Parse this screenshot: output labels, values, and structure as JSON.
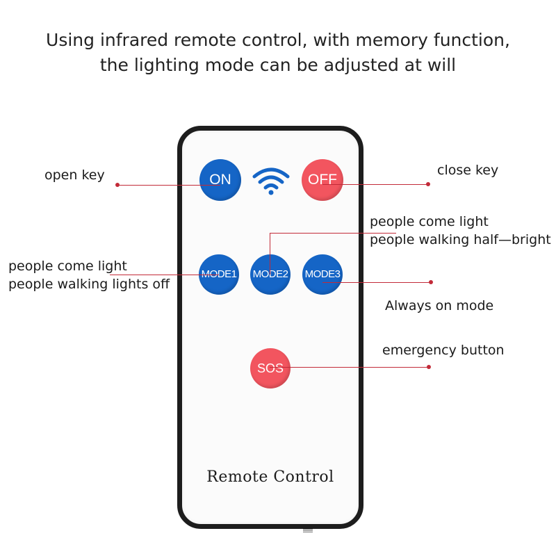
{
  "headline": {
    "line1": "Using infrared remote control, with memory function,",
    "line2": "the lighting mode can be adjusted at will"
  },
  "remote": {
    "buttons": {
      "on": "ON",
      "off": "OFF",
      "mode1": "MODE1",
      "mode2": "MODE2",
      "mode3": "MODE3",
      "sos": "SOS"
    },
    "model_label": "Remote Control"
  },
  "callouts": {
    "open_key": "open key",
    "close_key": "close key",
    "mode2_line1": "people come light",
    "mode2_line2": "people walking half—bright",
    "mode1_line1": "people come light",
    "mode1_line2": "people walking lights off",
    "mode3": "Always on mode",
    "sos": "emergency button"
  },
  "colors": {
    "blue_button": "#1565c6",
    "red_button": "#f2555f",
    "callout_line": "#c22a38"
  },
  "icons": {
    "signal": "wifi-signal-icon"
  }
}
